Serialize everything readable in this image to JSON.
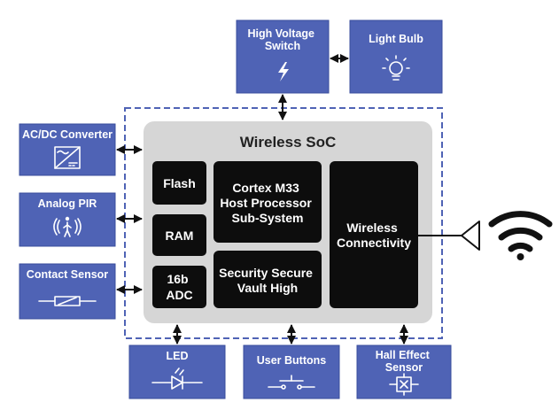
{
  "colors": {
    "peripheral_fill": "#4f63b5",
    "peripheral_stroke": "#3a4e9c",
    "soc_fill": "#d6d6d6",
    "block_fill": "#0d0d0d",
    "dashed_border": "#4f63b5"
  },
  "soc": {
    "title": "Wireless SoC",
    "blocks": {
      "flash": [
        "Flash"
      ],
      "ram": [
        "RAM"
      ],
      "adc": [
        "16b",
        "ADC"
      ],
      "cortex": [
        "Cortex M33",
        "Host Processor",
        "Sub-System"
      ],
      "security": [
        "Security Secure",
        "Vault High"
      ],
      "wireless": [
        "Wireless",
        "Connectivity"
      ]
    }
  },
  "peripherals": {
    "high_voltage_switch": {
      "lines": [
        "High Voltage",
        "Switch"
      ],
      "icon": "lightning-icon"
    },
    "light_bulb": {
      "lines": [
        "Light Bulb"
      ],
      "icon": "light-bulb-icon"
    },
    "ac_dc_converter": {
      "lines": [
        "AC/DC Converter"
      ],
      "icon": "converter-icon"
    },
    "analog_pir": {
      "lines": [
        "Analog PIR"
      ],
      "icon": "motion-sensor-icon"
    },
    "contact_sensor": {
      "lines": [
        "Contact Sensor"
      ],
      "icon": "contact-switch-icon"
    },
    "led": {
      "lines": [
        "LED"
      ],
      "icon": "led-diode-icon"
    },
    "user_buttons": {
      "lines": [
        "User Buttons"
      ],
      "icon": "push-button-icon"
    },
    "hall_effect_sensor": {
      "lines": [
        "Hall Effect",
        "Sensor"
      ],
      "icon": "hall-sensor-icon"
    }
  },
  "antenna": {
    "icon": "wifi-icon"
  }
}
